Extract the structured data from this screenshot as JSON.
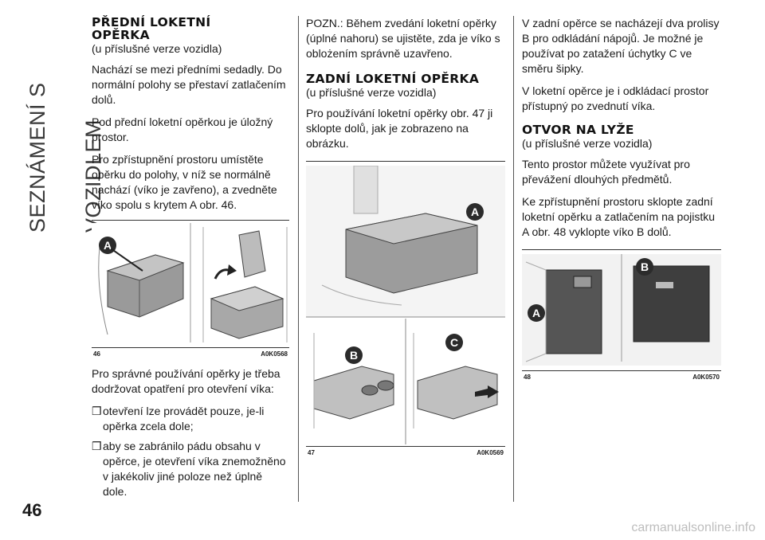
{
  "side_title": "SEZNÁMENÍ S VOZIDLEM",
  "page_number": "46",
  "col1": {
    "heading_line1": "PŘEDNÍ LOKETNÍ",
    "heading_line2": "OPĚRKA",
    "subtitle": "(u příslušné verze vozidla)",
    "p1": "Nachází se mezi předními sedadly. Do normální polohy se přestaví zatlačením dolů.",
    "p2": "Pod přední loketní opěrkou je úložný prostor.",
    "p3": "Pro zpřístupnění prostoru umístěte opěrku do polohy, v níž se normálně nachází (víko je zavřeno), a zvedněte víko spolu s krytem A obr. 46.",
    "fig_number": "46",
    "fig_code": "A0K0568",
    "fig_label_a": "A",
    "p4": "Pro správné používání opěrky je třeba dodržovat opatření pro otevření víka:",
    "bullet_mark": "❒",
    "bullet1": "otevření lze provádět pouze, je-li opěrka zcela dole;",
    "bullet2": "aby se zabránilo pádu obsahu v opěrce, je otevření víka znemožněno v jakékoliv jiné poloze než úplně dole."
  },
  "col2": {
    "p1": "POZN.: Během zvedání loketní opěrky (úplné nahoru) se ujistěte, zda je víko s oblożením správně uzavřeno.",
    "heading": "ZADNÍ LOKETNÍ OPĚRKA",
    "subtitle": "(u příslušné verze vozidla)",
    "p2": "Pro používání loketní opěrky obr. 47 ji sklopte dolů, jak je zobrazeno na obrázku.",
    "fig_number": "47",
    "fig_code": "A0K0569",
    "fig_label_a": "A",
    "fig_label_b": "B",
    "fig_label_c": "C"
  },
  "col3": {
    "p1": "V zadní opěrce se nacházejí dva prolisy B pro odkládání nápojů. Je možné je používat po zatažení úchytky C ve směru šipky.",
    "p2": "V loketní opěrce je i odkládací prostor přístupný po zvednutí víka.",
    "heading": "OTVOR NA LYŽE",
    "subtitle": "(u příslušné verze vozidla)",
    "p3": "Tento prostor můžete využívat pro převážení dlouhých předmětů.",
    "p4": "Ke zpřístupnění prostoru sklopte zadní loketní opěrku a zatlačením na pojistku A obr. 48 vyklopte víko B dolů.",
    "fig_number": "48",
    "fig_code": "A0K0570",
    "fig_label_a": "A",
    "fig_label_b": "B"
  },
  "watermark": "carmanualsonline.info"
}
